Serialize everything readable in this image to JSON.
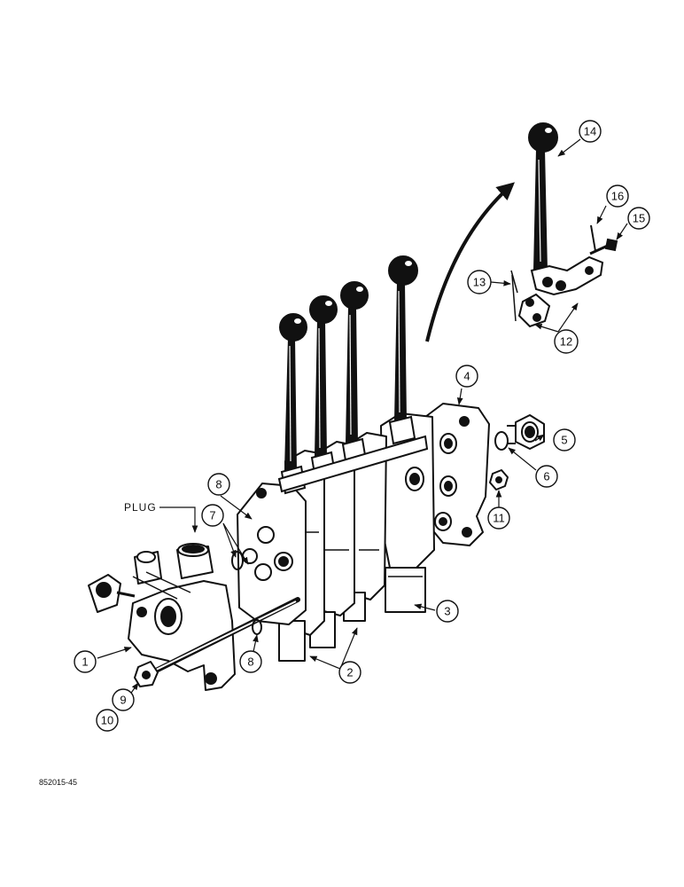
{
  "diagram": {
    "plug_label": "PLUG",
    "figure_code": "852015-45",
    "callouts": [
      {
        "id": "1",
        "label": "1"
      },
      {
        "id": "2",
        "label": "2"
      },
      {
        "id": "3",
        "label": "3"
      },
      {
        "id": "4",
        "label": "4"
      },
      {
        "id": "5",
        "label": "5"
      },
      {
        "id": "6",
        "label": "6"
      },
      {
        "id": "7",
        "label": "7"
      },
      {
        "id": "8a",
        "label": "8"
      },
      {
        "id": "8b",
        "label": "8"
      },
      {
        "id": "9",
        "label": "9"
      },
      {
        "id": "10",
        "label": "10"
      },
      {
        "id": "11",
        "label": "11"
      },
      {
        "id": "12",
        "label": "12"
      },
      {
        "id": "13",
        "label": "13"
      },
      {
        "id": "14",
        "label": "14"
      },
      {
        "id": "15",
        "label": "15"
      },
      {
        "id": "16",
        "label": "16"
      }
    ]
  }
}
